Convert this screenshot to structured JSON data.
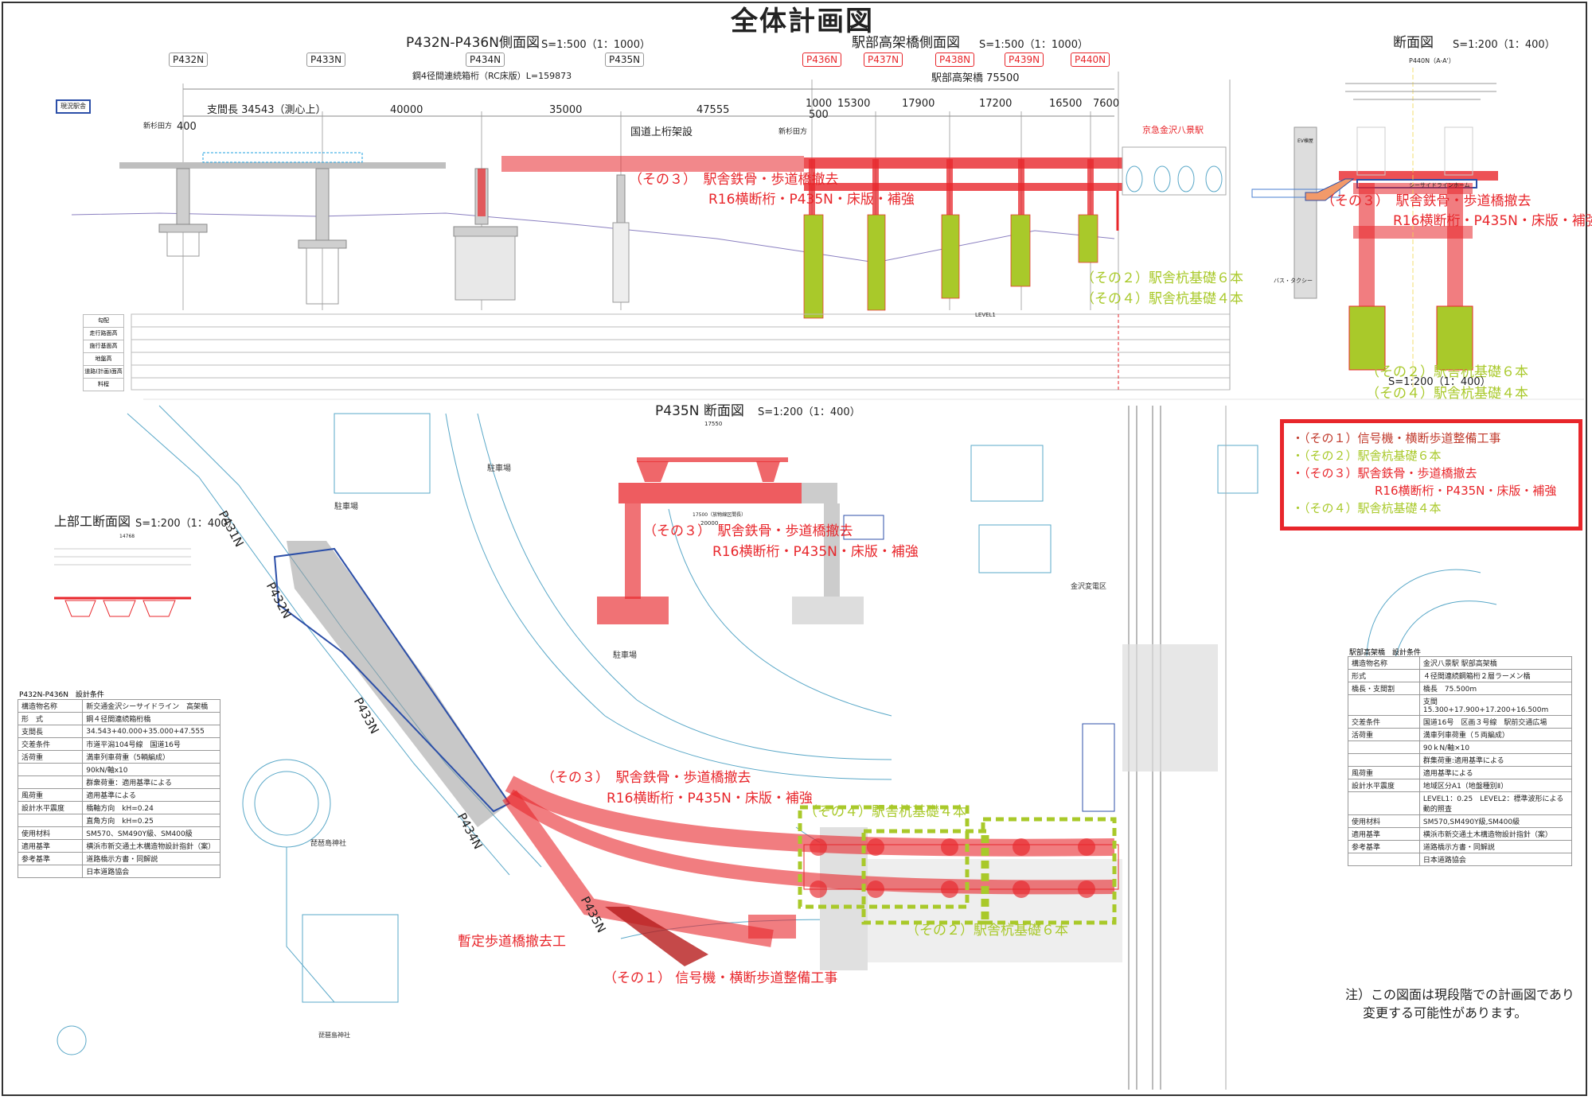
{
  "title": "全体計画図",
  "side_view": {
    "title": "P432N-P436N側面図",
    "scale": "S=1:500（1：1000）",
    "piers": [
      "P432N",
      "P433N",
      "P434N",
      "P435N"
    ],
    "girder": "鋼4径間連続箱桁（RC床版）L=159873",
    "existing_station": "現況駅舎",
    "spans": [
      "支間長 34543（測心上）",
      "40000",
      "35000",
      "47555"
    ],
    "offset": "400",
    "direction": "新杉田方",
    "national_road": "国道上桁架設",
    "table_rows": [
      "勾配",
      "走行路面高",
      "施行基面高",
      "地盤高",
      "道路(計画)面高",
      "料程"
    ]
  },
  "station_view": {
    "title": "駅部高架橋側面図",
    "scale": "S=1:500（1：1000）",
    "piers": [
      "P436N",
      "P437N",
      "P438N",
      "P439N",
      "P440N"
    ],
    "total": "駅部高架橋 75500",
    "spans": [
      "1000",
      "15300",
      "17900",
      "17200",
      "16500",
      "7600"
    ],
    "offset": "500",
    "direction": "新杉田方",
    "station_name": "京急金沢八景駅",
    "level": "LEVEL1"
  },
  "section_view": {
    "title": "断面図",
    "scale": "S=1:200（1：400）",
    "subtitle": "P440N（A-A'）",
    "platform": "シーサイドラインホーム",
    "bus": "バス・タクシー",
    "ev": "EV棟屋"
  },
  "p435_section": {
    "title": "P435N 断面図",
    "scale": "S=1:200（1：400）",
    "dims": [
      "17550",
      "20000",
      "17500（放物線区間長）"
    ]
  },
  "superstructure": {
    "title": "上部工断面図",
    "scale": "S=1:200（1：400）",
    "width": "14768"
  },
  "annotations": {
    "work1": "（その１） 信号機・横断歩道整備工事",
    "work2": "（その２）駅舎杭基礎６本",
    "work3a": "（その３）　駅舎鉄骨・歩道橋撤去",
    "work3b": "R16横断桁・P435N・床版・補強",
    "work4": "（その４）駅舎杭基礎４本",
    "temp_bridge": "暫定歩道橋撤去工",
    "plan_piers": [
      "P431N",
      "P432N",
      "P433N",
      "P434N",
      "P435N"
    ],
    "places": [
      "駐車場",
      "駐車場",
      "駐車場",
      "琵琶島神社",
      "琵琶島神社",
      "金沢変電区"
    ]
  },
  "legend": [
    {
      "bullet": "・",
      "text": "（その１）信号機・横断歩道整備工事",
      "color": "#c0392b"
    },
    {
      "bullet": "・",
      "text": "（その２）駅舎杭基礎６本",
      "color": "#a9c92a"
    },
    {
      "bullet": "・",
      "text": "（その３）駅舎鉄骨・歩道橋撤去",
      "color": "#e8262b"
    },
    {
      "bullet": "",
      "text": "R16横断桁・P435N・床版・補強",
      "color": "#e8262b"
    },
    {
      "bullet": "・",
      "text": "（その４）駅舎杭基礎４本",
      "color": "#a9c92a"
    }
  ],
  "design_left": {
    "caption": "P432N-P436N　設計条件",
    "rows": [
      [
        "構造物名称",
        "新交通金沢シーサイドライン　高架橋"
      ],
      [
        "形　式",
        "鋼４径間連続箱桁橋"
      ],
      [
        "支間長",
        "34.543+40.000+35.000+47.555"
      ],
      [
        "交差条件",
        "市道平潟104号線　国道16号"
      ],
      [
        "活荷重",
        "満車列車荷重（5輌編成）"
      ],
      [
        "",
        "90kN/軸x10"
      ],
      [
        "",
        "群衆荷重：適用基準による"
      ],
      [
        "風荷重",
        "適用基準による"
      ],
      [
        "設計水平震度",
        "橋軸方向　kH=0.24"
      ],
      [
        "",
        "直角方向　kH=0.25"
      ],
      [
        "使用材料",
        "SM570、SM490Y級、SM400級"
      ],
      [
        "適用基準",
        "横浜市新交通土木構造物設計指針（案）"
      ],
      [
        "参考基準",
        "道路橋示方書・同解説"
      ],
      [
        "",
        "日本道路協会"
      ]
    ]
  },
  "design_right": {
    "caption": "駅部高架橋　設計条件",
    "rows": [
      [
        "構造物名称",
        "金沢八景駅 駅部高架橋"
      ],
      [
        "形式",
        "４径間連続鋼箱桁２層ラーメン橋"
      ],
      [
        "橋長・支間割",
        "橋長　75.500m"
      ],
      [
        "",
        "支間　15.300+17.900+17.200+16.500m"
      ],
      [
        "交差条件",
        "国道16号　区画３号線　駅前交通広場"
      ],
      [
        "活荷重",
        "満車列車荷重（５両編成）"
      ],
      [
        "",
        "90ｋN/軸×10"
      ],
      [
        "",
        "群集荷重:適用基準による"
      ],
      [
        "風荷重",
        "適用基準による"
      ],
      [
        "設計水平震度",
        "地域区分A1（地盤種別Ⅱ）"
      ],
      [
        "",
        "LEVEL1：0.25　LEVEL2：標準波形による動的照査"
      ],
      [
        "使用材料",
        "SM570,SM490Y級,SM400級"
      ],
      [
        "適用基準",
        "横浜市新交通土木構造物設計指針（案）"
      ],
      [
        "参考基準",
        "道路橋示方書・同解説"
      ],
      [
        "",
        "日本道路協会"
      ]
    ]
  },
  "note": [
    "注）この図面は現段階での計画図であり",
    "変更する可能性があります。"
  ],
  "colors": {
    "red": "#e8262b",
    "green": "#a9c92a",
    "blue": "#2c4fa8",
    "cyan": "#5aa8c8",
    "grey": "#bdbdbd"
  }
}
